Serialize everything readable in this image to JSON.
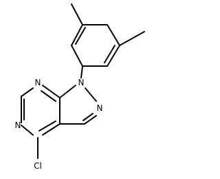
{
  "molecule": {
    "atom_labels": {
      "n_aryl": "N",
      "n_pyrazole": "N",
      "n_pyrimidine_upper": "N",
      "n_pyrimidine_lower": "N",
      "chlorine": "Cl"
    },
    "colors": {
      "bond": "#000000",
      "label": "#000000",
      "background": "#ffffff"
    }
  }
}
